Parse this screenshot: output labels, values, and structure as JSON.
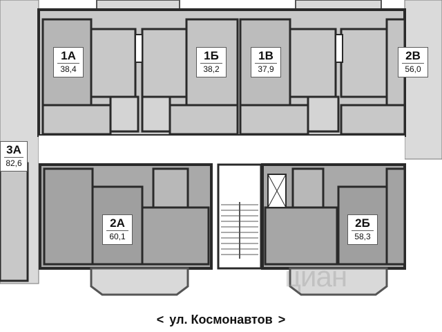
{
  "apartments": [
    {
      "id": "1a",
      "number": "1А",
      "area": "38,4"
    },
    {
      "id": "1b",
      "number": "1Б",
      "area": "38,2"
    },
    {
      "id": "1v",
      "number": "1В",
      "area": "37,9"
    },
    {
      "id": "2v",
      "number": "2В",
      "area": "56,0"
    },
    {
      "id": "3a",
      "number": "3А",
      "area": "82,6"
    },
    {
      "id": "2a",
      "number": "2А",
      "area": "60,1"
    },
    {
      "id": "2b",
      "number": "2Б",
      "area": "58,3"
    }
  ],
  "street": {
    "left_chevron": "<",
    "name": "ул. Космонавтов",
    "right_chevron": ">"
  },
  "watermark": "циан",
  "colors": {
    "wall": "#2a2a2a",
    "upper_room": "#c8c8c8",
    "lower_room": "#a9a9a9",
    "adjacent": "#dadada",
    "corridor": "#ffffff",
    "balcony": "#d9d9d9"
  }
}
